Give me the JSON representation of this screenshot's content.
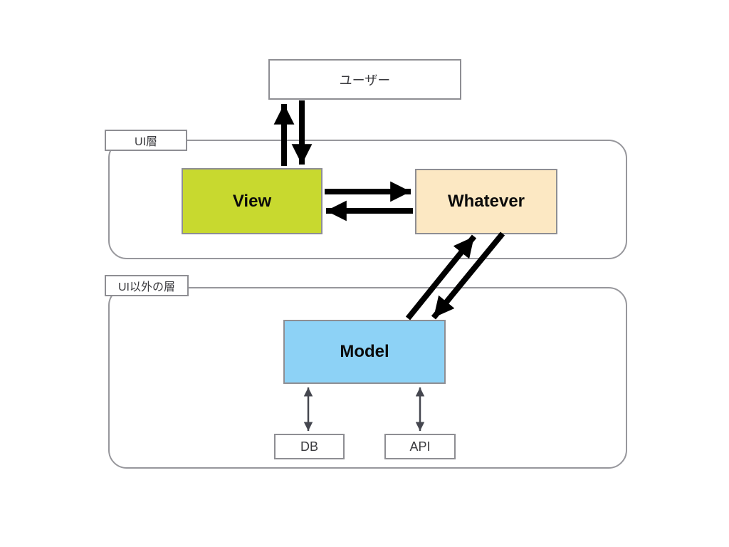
{
  "diagram": {
    "nodes": {
      "user": {
        "label": "ユーザー"
      },
      "view": {
        "label": "View"
      },
      "whatever": {
        "label": "Whatever"
      },
      "model": {
        "label": "Model"
      },
      "db": {
        "label": "DB"
      },
      "api": {
        "label": "API"
      }
    },
    "groups": {
      "ui_layer": {
        "label": "UI層"
      },
      "non_ui_layer": {
        "label": "UI以外の層"
      }
    },
    "edges": [
      {
        "from": "view",
        "to": "user",
        "style": "thick-black",
        "direction": "one-way"
      },
      {
        "from": "user",
        "to": "view",
        "style": "thick-black",
        "direction": "one-way"
      },
      {
        "from": "view",
        "to": "whatever",
        "style": "thick-black",
        "direction": "one-way"
      },
      {
        "from": "whatever",
        "to": "view",
        "style": "thick-black",
        "direction": "one-way"
      },
      {
        "from": "model",
        "to": "whatever",
        "style": "thick-black",
        "direction": "one-way"
      },
      {
        "from": "whatever",
        "to": "model",
        "style": "thick-black",
        "direction": "one-way"
      },
      {
        "from": "model",
        "to": "db",
        "style": "thin-gray",
        "direction": "two-way"
      },
      {
        "from": "model",
        "to": "api",
        "style": "thin-gray",
        "direction": "two-way"
      }
    ],
    "colors": {
      "view_fill": "#c8d92f",
      "whatever_fill": "#fce8c3",
      "model_fill": "#8dd2f6",
      "box_border": "#8e8e93",
      "group_border": "#97979c",
      "thick_arrow": "#000000",
      "thin_arrow": "#45474f",
      "text_dark": "#3b3b3f",
      "background": "#ffffff"
    }
  }
}
